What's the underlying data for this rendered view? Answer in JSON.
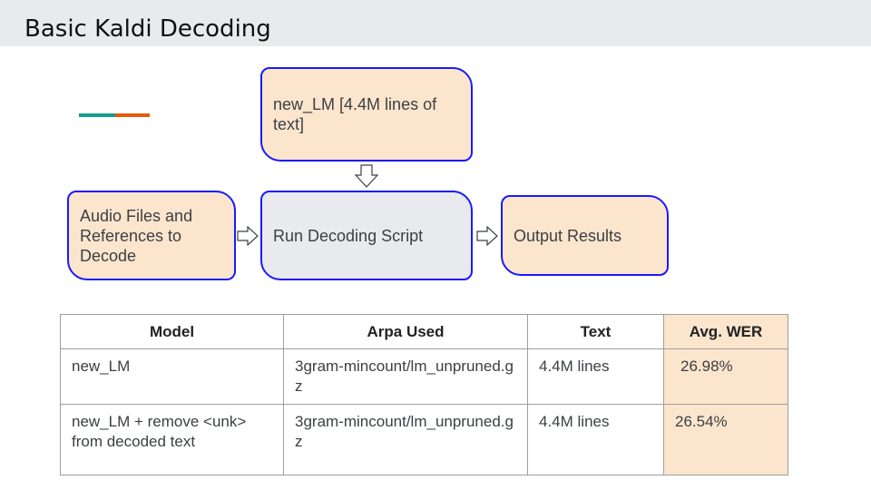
{
  "slide": {
    "title": "Basic Kaldi Decoding"
  },
  "colors": {
    "title_bar": "#e8eaeb",
    "accent_teal": "#139e8c",
    "accent_orange": "#e8590c",
    "box_border": "#1a1aff",
    "box_peach": "#fce5cd",
    "box_gray": "#e8eaed"
  },
  "diagram": {
    "lm_box": "new_LM [4.4M lines of text]",
    "input_box": "Audio Files and References to Decode",
    "process_box": "Run Decoding Script",
    "output_box": "Output Results"
  },
  "table": {
    "headers": [
      "Model",
      "Arpa Used",
      "Text",
      "Avg. WER"
    ],
    "rows": [
      {
        "model": "new_LM",
        "arpa": "3gram-mincount/lm_unpruned.gz",
        "text": "4.4M lines",
        "wer": "26.98%"
      },
      {
        "model": "new_LM + remove <unk> from decoded text",
        "arpa": "3gram-mincount/lm_unpruned.gz",
        "text": "4.4M lines",
        "wer": "26.54%"
      }
    ]
  }
}
